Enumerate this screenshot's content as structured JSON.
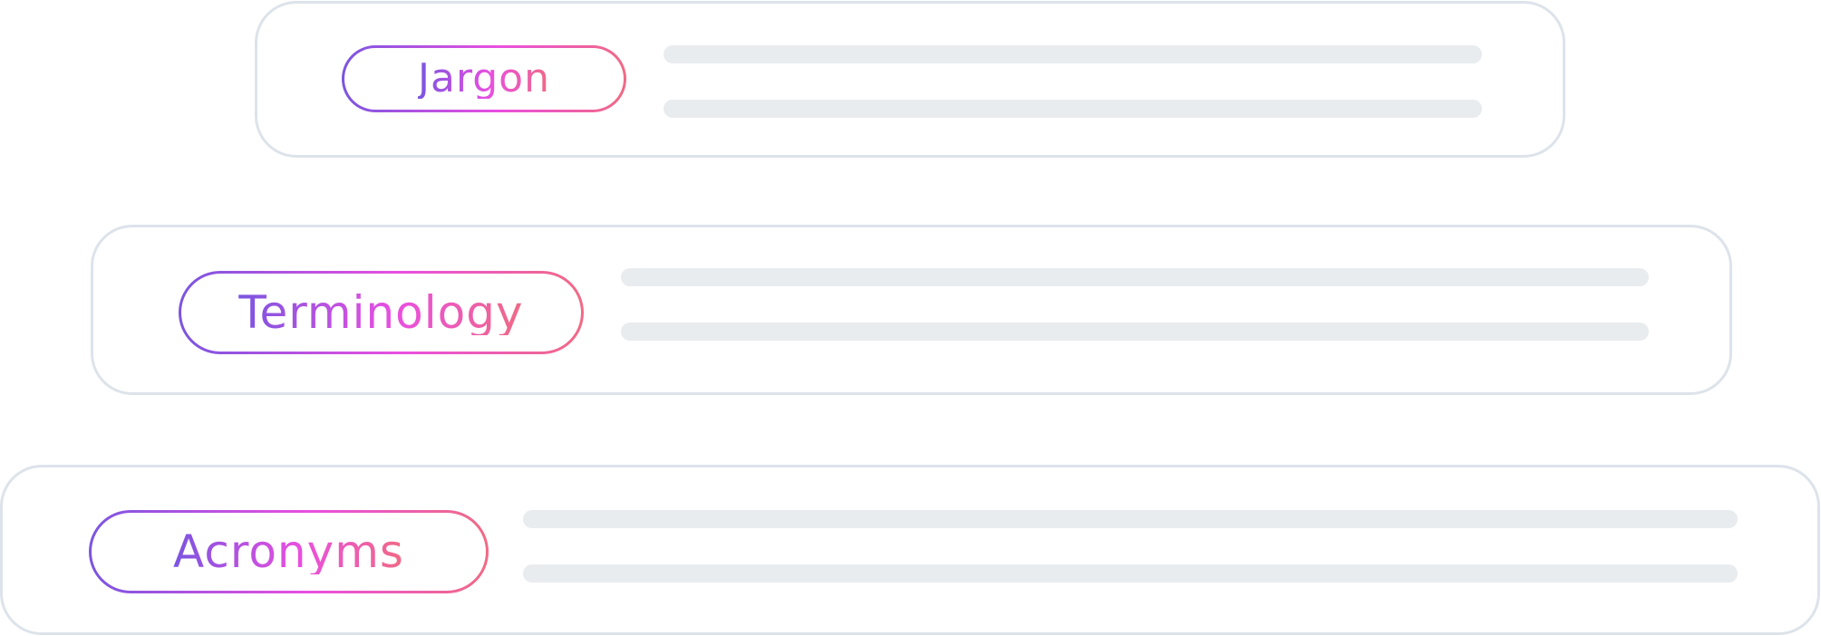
{
  "cards": [
    {
      "label": "Jargon"
    },
    {
      "label": "Terminology"
    },
    {
      "label": "Acronyms"
    }
  ],
  "colors": {
    "card_border": "#dde3ea",
    "placeholder_bar": "#e9ecef",
    "gradient_start": "#7b55e0",
    "gradient_mid": "#e94fe0",
    "gradient_end": "#f06a84"
  }
}
